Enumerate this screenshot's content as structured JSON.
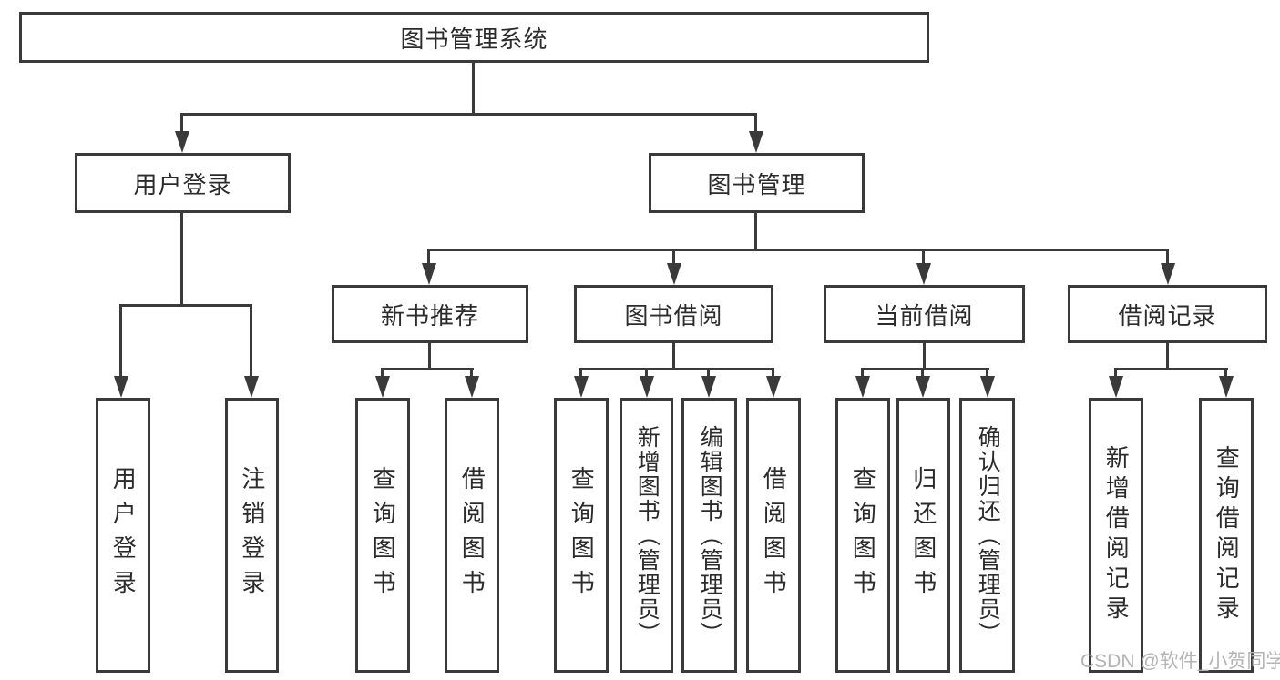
{
  "tree": {
    "root": {
      "label": "图书管理系统"
    },
    "login": {
      "label": "用户登录",
      "children": [
        {
          "label": "用户登录"
        },
        {
          "label": "注销登录"
        }
      ]
    },
    "management": {
      "label": "图书管理",
      "sections": [
        {
          "label": "新书推荐",
          "children": [
            {
              "label": "查询图书"
            },
            {
              "label": "借阅图书"
            }
          ]
        },
        {
          "label": "图书借阅",
          "children": [
            {
              "label": "查询图书"
            },
            {
              "label": "新增图书（管理员）"
            },
            {
              "label": "编辑图书（管理员）"
            },
            {
              "label": "借阅图书"
            }
          ]
        },
        {
          "label": "当前借阅",
          "children": [
            {
              "label": "查询图书"
            },
            {
              "label": "归还图书"
            },
            {
              "label": "确认归还（管理员）"
            }
          ]
        },
        {
          "label": "借阅记录",
          "children": [
            {
              "label": "新增借阅记录"
            },
            {
              "label": "查询借阅记录"
            }
          ]
        }
      ]
    }
  },
  "watermark": {
    "text": "CSDN @软件_小贺同学"
  },
  "colors": {
    "line": "#3a3a3a",
    "text": "#2b2b2b",
    "watermark": "#b3b3b3",
    "background": "#ffffff"
  }
}
